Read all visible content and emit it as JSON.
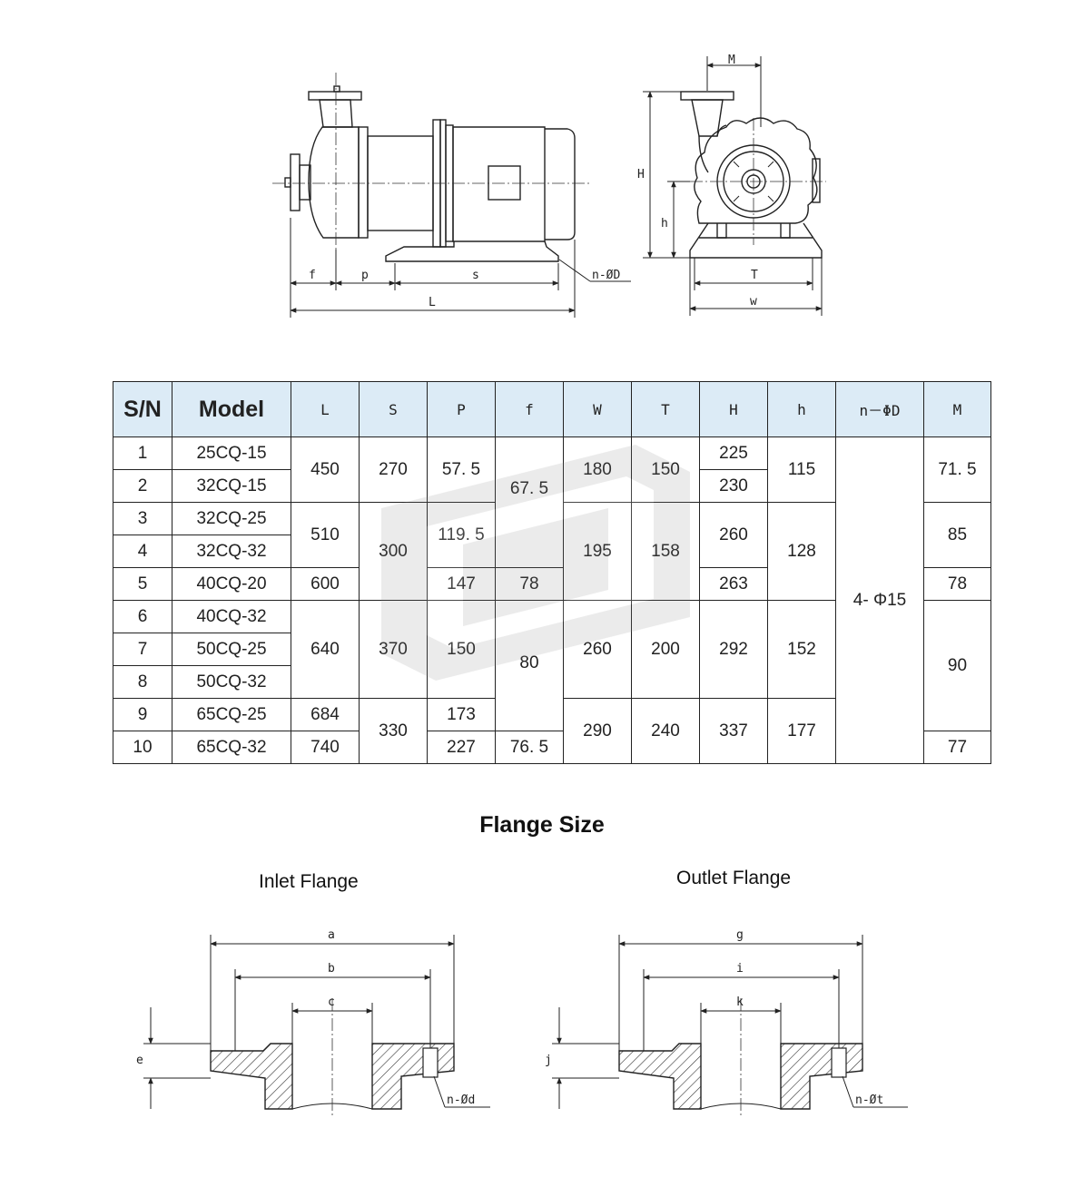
{
  "pump_drawing": {
    "side_labels": [
      "f",
      "p",
      "s",
      "L",
      "n-ØD"
    ],
    "front_labels": [
      "M",
      "H",
      "h",
      "T",
      "w"
    ]
  },
  "table": {
    "headers": [
      "S/N",
      "Model",
      "L",
      "S",
      "P",
      "f",
      "W",
      "T",
      "H",
      "h",
      "n－ΦD",
      "M"
    ],
    "rows": [
      {
        "sn": "1",
        "model": "25CQ-15",
        "L": "450",
        "S": "270",
        "P": "57. 5",
        "f": "67. 5",
        "W": "180",
        "T": "150",
        "H": "225",
        "h": "115",
        "nD": "4- Φ15",
        "M": "71. 5"
      },
      {
        "sn": "2",
        "model": "32CQ-15",
        "H": "230"
      },
      {
        "sn": "3",
        "model": "32CQ-25",
        "L": "510",
        "S": "300",
        "P": "119. 5",
        "W": "195",
        "T": "158",
        "H": "260",
        "h": "128",
        "M": "85"
      },
      {
        "sn": "4",
        "model": "32CQ-32"
      },
      {
        "sn": "5",
        "model": "40CQ-20",
        "L": "600",
        "P": "147",
        "f": "78",
        "H": "263",
        "M": "78"
      },
      {
        "sn": "6",
        "model": "40CQ-32",
        "L": "640",
        "S": "370",
        "P": "150",
        "f": "80",
        "W": "260",
        "T": "200",
        "H": "292",
        "h": "152",
        "M": "90"
      },
      {
        "sn": "7",
        "model": "50CQ-25"
      },
      {
        "sn": "8",
        "model": "50CQ-32"
      },
      {
        "sn": "9",
        "model": "65CQ-25",
        "L": "684",
        "S": "330",
        "P": "173",
        "W": "290",
        "T": "240",
        "H": "337",
        "h": "177"
      },
      {
        "sn": "10",
        "model": "65CQ-32",
        "L": "740",
        "P": "227",
        "f": "76. 5",
        "M": "77"
      }
    ]
  },
  "flange_section": {
    "title": "Flange Size",
    "inlet": {
      "label": "Inlet Flange",
      "dims": [
        "a",
        "b",
        "c",
        "e",
        "n-Ød"
      ]
    },
    "outlet": {
      "label": "Outlet Flange",
      "dims": [
        "g",
        "i",
        "k",
        "j",
        "n-Øt"
      ]
    }
  }
}
